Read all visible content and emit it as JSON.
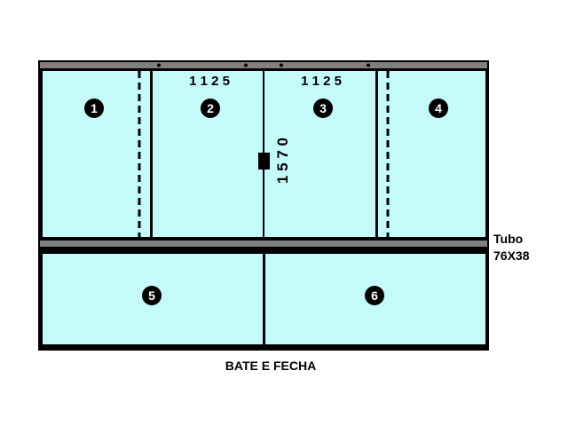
{
  "colors": {
    "glass": "#c4faf8",
    "frame": "#000000",
    "rail": "#808080",
    "background": "#ffffff"
  },
  "dimensions": {
    "top_left_width": "1 1 2 5",
    "top_right_width": "1 1 2 5",
    "height": "1 5 7 0"
  },
  "panels": [
    {
      "number": "1"
    },
    {
      "number": "2"
    },
    {
      "number": "3"
    },
    {
      "number": "4"
    },
    {
      "number": "5"
    },
    {
      "number": "6"
    }
  ],
  "tube_label": {
    "line1": "Tubo",
    "line2": "76X38"
  },
  "caption": "BATE E FECHA",
  "icons": {
    "handle": "handle-icon",
    "screw": "screw-icon",
    "panel_marker": "number-circle-icon"
  }
}
